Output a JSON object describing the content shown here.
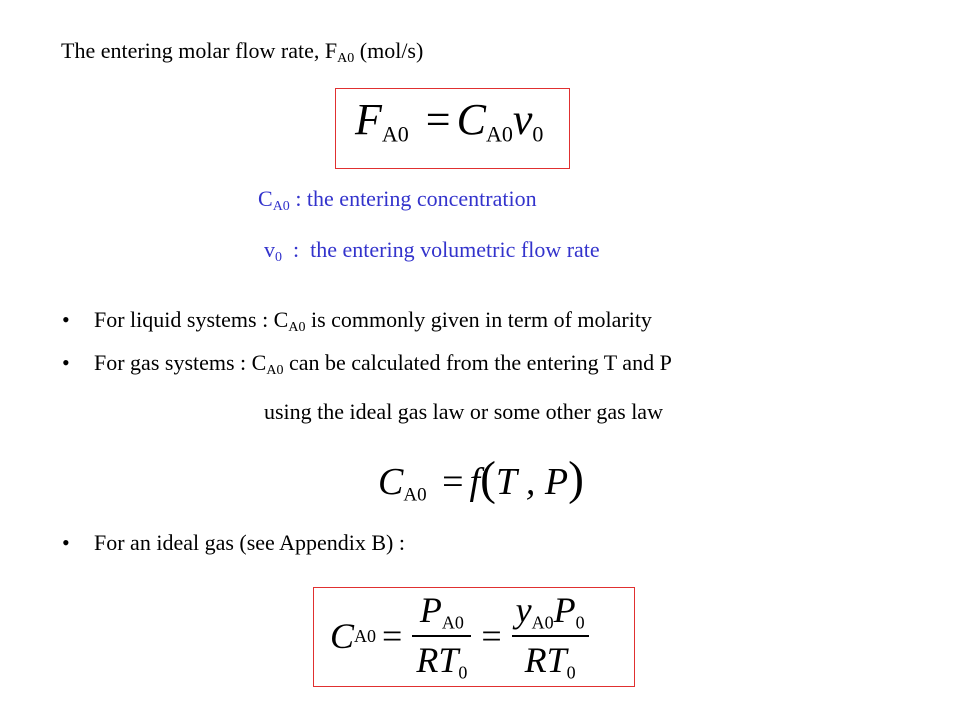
{
  "heading": {
    "text": "The entering molar flow rate, F",
    "sub": "A0",
    "unit": " (mol/s)"
  },
  "eq1": {
    "lhs": "F",
    "lhs_sub": "A0",
    "op": "=",
    "r1": "C",
    "r1_sub": "A0",
    "r2": "v",
    "r2_sub": "0"
  },
  "defs": [
    {
      "sym": "C",
      "sub": "A0",
      "text": " : the entering concentration"
    },
    {
      "sym": "v",
      "sub": "0",
      "text": "  :  the entering volumetric flow rate"
    }
  ],
  "bullets": [
    {
      "mark": "•",
      "pre": "For liquid systems : C",
      "sub": "A0",
      "post": " is commonly given in term of molarity"
    },
    {
      "mark": "•",
      "pre": "For gas systems : C",
      "sub": "A0",
      "post": " can be calculated from the entering T and P"
    },
    {
      "mark": "•",
      "pre": "For an ideal gas (see Appendix B) :",
      "sub": "",
      "post": ""
    }
  ],
  "continuation": "using the ideal gas law or some other gas law",
  "eq2": {
    "lhs": "C",
    "lhs_sub": "A0",
    "op": "=",
    "f": "f",
    "lp": "(",
    "args": "T , P",
    "rp": ")"
  },
  "eq3": {
    "lhs": "C",
    "lhs_sub": "A0",
    "op1": "=",
    "n1": "P",
    "n1_sub": "A0",
    "d1": "RT",
    "d1_sub": "0",
    "op2": "=",
    "n2a": "y",
    "n2a_sub": "A0",
    "n2b": "P",
    "n2b_sub": "0",
    "d2": "RT",
    "d2_sub": "0"
  },
  "colors": {
    "accent_blue": "#3333cc",
    "box_red": "#e03030"
  }
}
